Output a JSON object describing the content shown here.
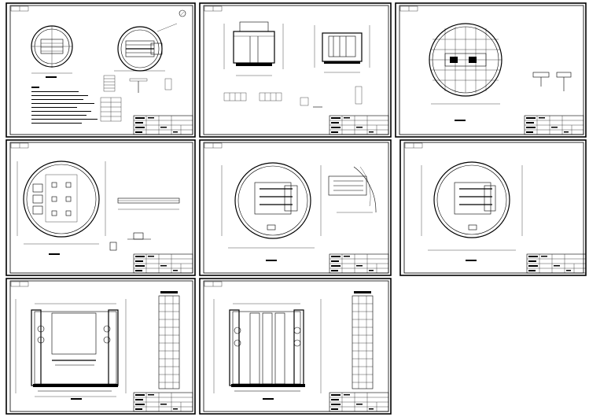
{
  "title": "",
  "sheets": [
    {
      "id": "sheet-1",
      "kind": "plan-and-notes"
    },
    {
      "id": "sheet-2",
      "kind": "sections"
    },
    {
      "id": "sheet-3",
      "kind": "grating-plan"
    },
    {
      "id": "sheet-4",
      "kind": "base-slab-plan"
    },
    {
      "id": "sheet-5",
      "kind": "pipe-plan-upper"
    },
    {
      "id": "sheet-6",
      "kind": "pipe-plan-lower"
    },
    {
      "id": "sheet-7",
      "kind": "elevation-with-table"
    },
    {
      "id": "sheet-8",
      "kind": "elevation-with-table"
    }
  ],
  "colors": {
    "line": "#000000",
    "background": "#ffffff"
  }
}
